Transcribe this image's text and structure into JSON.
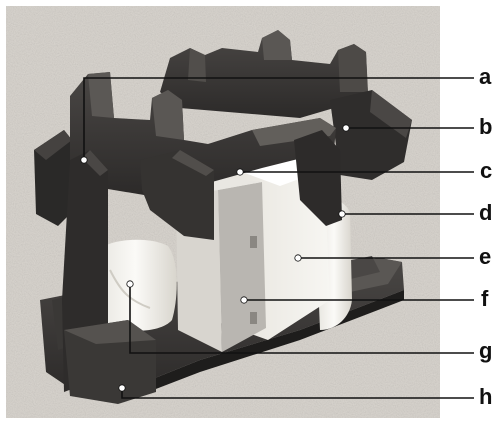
{
  "callouts": [
    {
      "id": "a",
      "label": "a"
    },
    {
      "id": "b",
      "label": "b"
    },
    {
      "id": "c",
      "label": "c"
    },
    {
      "id": "d",
      "label": "d"
    },
    {
      "id": "e",
      "label": "e"
    },
    {
      "id": "f",
      "label": "f"
    },
    {
      "id": "g",
      "label": "g"
    },
    {
      "id": "h",
      "label": "h"
    }
  ],
  "colors": {
    "background": "#ffffff",
    "photo_backdrop": "#d9d5cf",
    "foam": "#3c3a38",
    "foam_shadow": "#1e1d1c",
    "foam_highlight": "#5a5754",
    "carton": "#f1efe9",
    "carton_shadow": "#cfcbc2",
    "bag": "#f4f3ef",
    "leader_line": "#111111",
    "leader_dot": "#ffffff"
  }
}
